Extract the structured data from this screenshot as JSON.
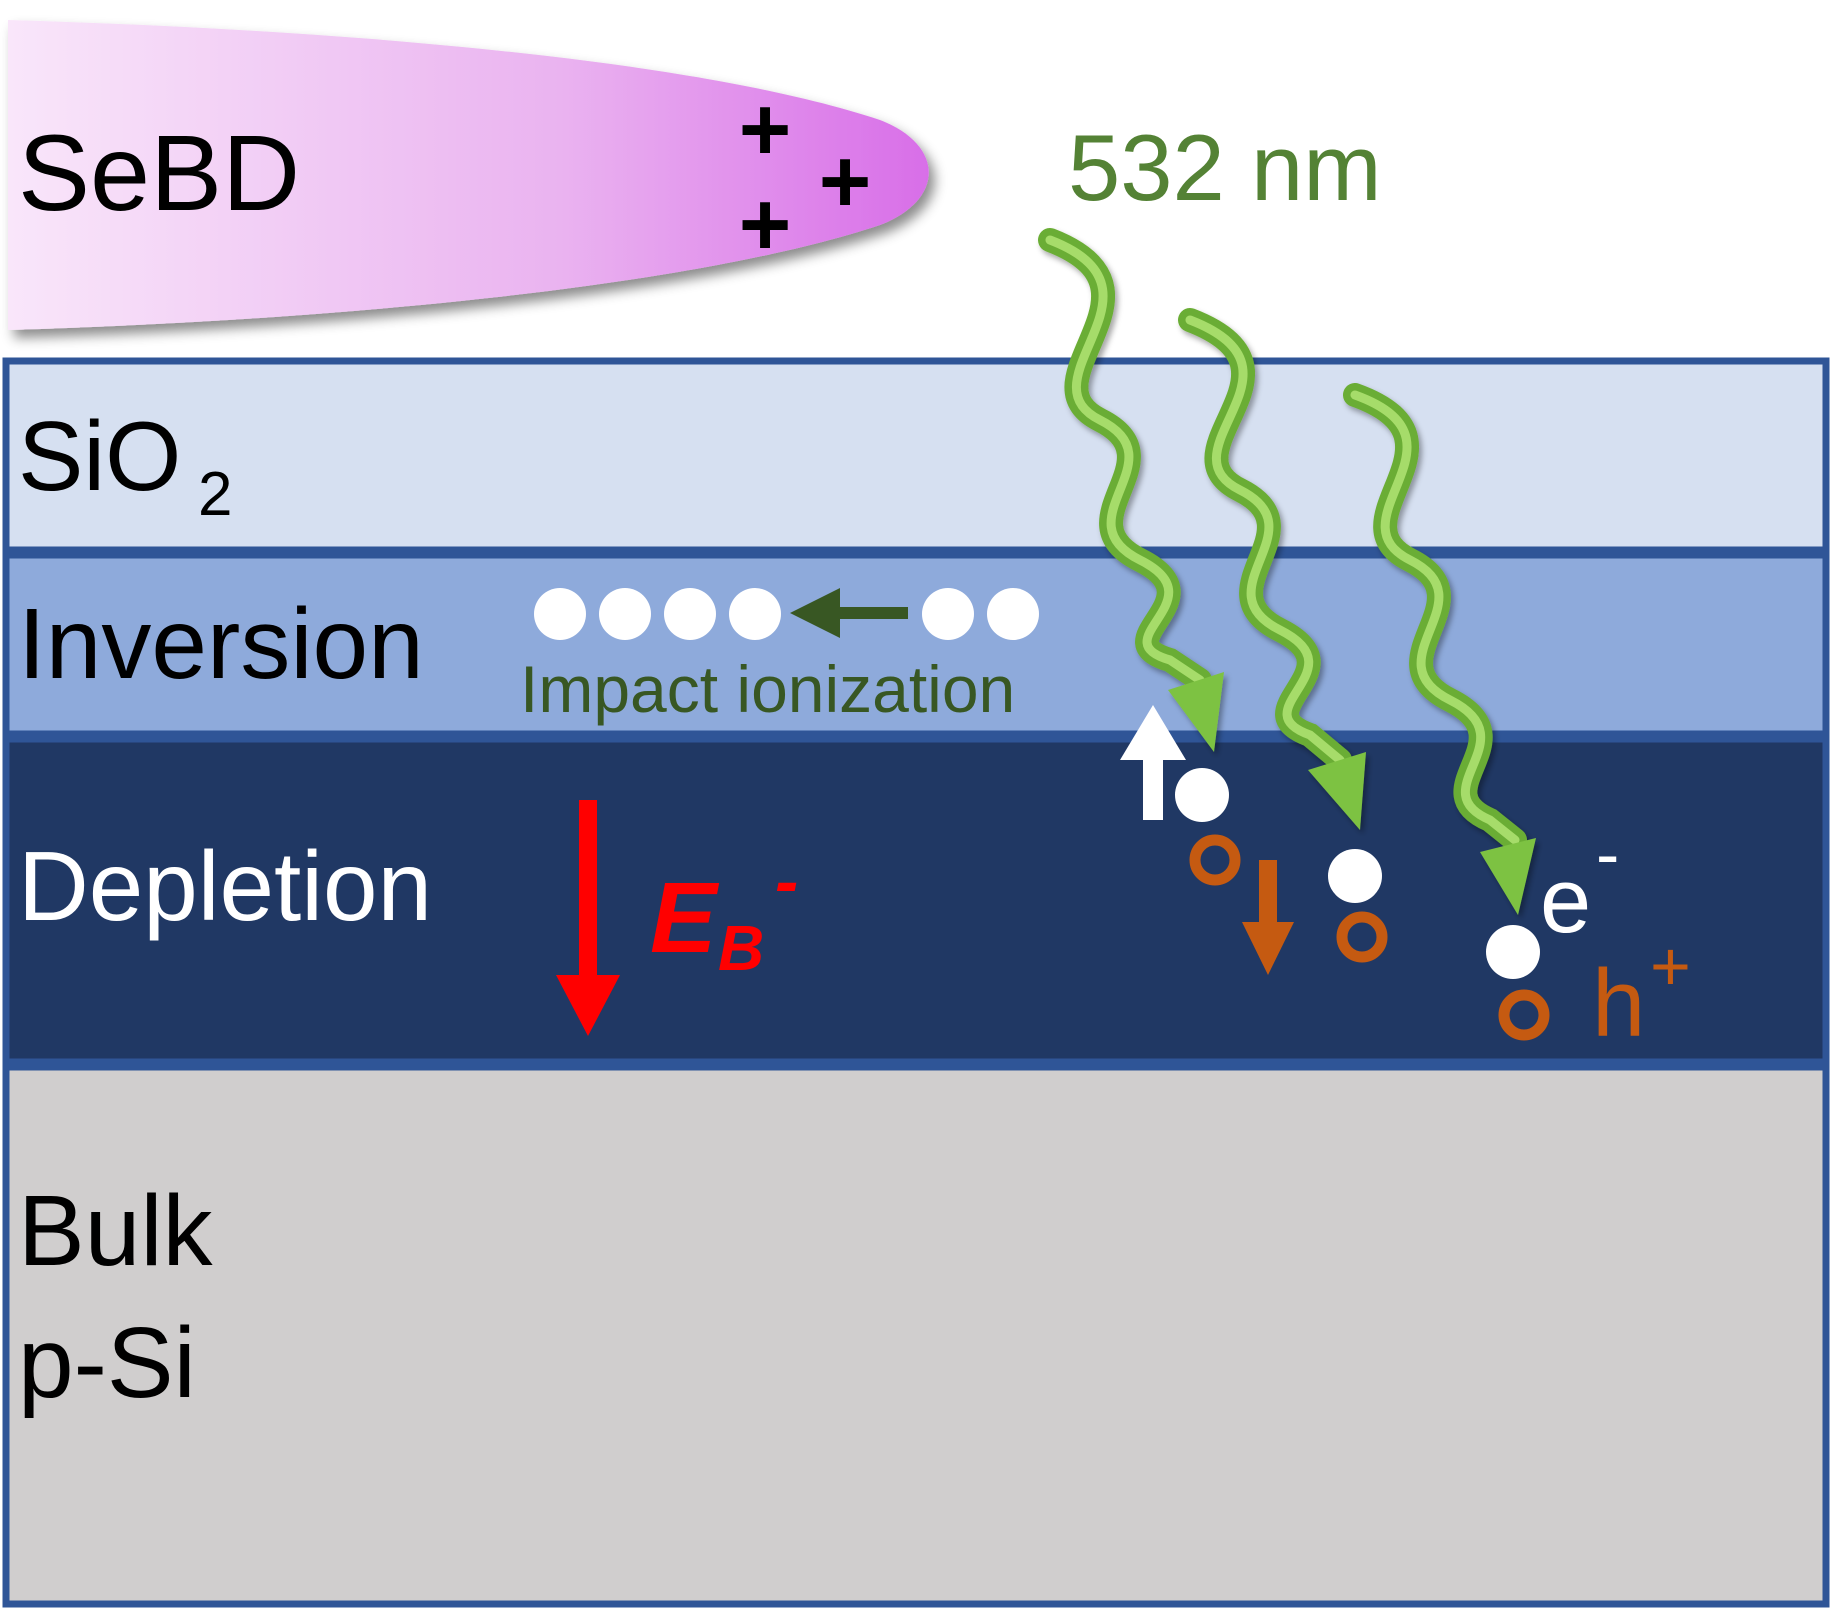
{
  "tip": {
    "label": "SeBD",
    "charges": [
      "+",
      "+",
      "+"
    ]
  },
  "light": {
    "label": "532 nm"
  },
  "layers": {
    "oxide": {
      "label_main": "SiO",
      "label_sub": "2"
    },
    "inversion": {
      "label": "Inversion",
      "annotation": "Impact ionization"
    },
    "depletion": {
      "label": "Depletion",
      "field_letter": "E",
      "field_sub": "B",
      "field_sup": "-"
    },
    "bulk": {
      "label_line1": "Bulk",
      "label_line2": "p-Si"
    }
  },
  "carriers": {
    "electron_label": "e",
    "electron_sup": "-",
    "hole_label": "h",
    "hole_sup": "+"
  },
  "colors": {
    "tip_light": "#f8e2f8",
    "tip_dark": "#d86ee8",
    "oxide": "#d6e0f1",
    "inversion": "#8eaadb",
    "depletion": "#203864",
    "bulk": "#d0cece",
    "border": "#2f5597",
    "photon": "#7dc242",
    "label_green": "#548235",
    "arrow_green": "#385723",
    "hole": "#c55a11",
    "field": "#ff0000"
  }
}
